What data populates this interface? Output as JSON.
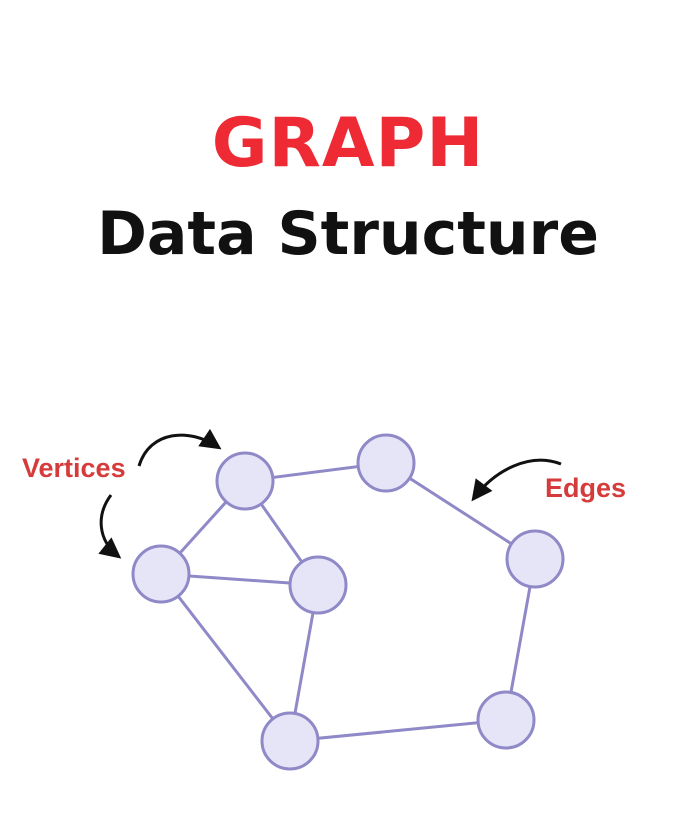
{
  "title": {
    "main": "GRAPH",
    "sub": "Data Structure"
  },
  "labels": {
    "vertices": "Vertices",
    "edges": "Edges"
  },
  "colors": {
    "title_accent": "#ee2b34",
    "label_accent": "#d63b3b",
    "node_fill": "#e6e4f7",
    "node_stroke": "#8f89c7",
    "edge_stroke": "#8f89c7",
    "arrow": "#111111"
  },
  "graph": {
    "nodes": [
      "v1",
      "v2",
      "v3",
      "v4",
      "v5",
      "v6",
      "v7",
      "v8"
    ],
    "edges": [
      [
        "v1",
        "v2"
      ],
      [
        "v1",
        "v3"
      ],
      [
        "v1",
        "v4"
      ],
      [
        "v3",
        "v4"
      ],
      [
        "v3",
        "v5"
      ],
      [
        "v4",
        "v5"
      ],
      [
        "v5",
        "v7"
      ],
      [
        "v7",
        "v8"
      ],
      [
        "v8",
        "v6"
      ],
      [
        "v6",
        "v2"
      ]
    ]
  }
}
